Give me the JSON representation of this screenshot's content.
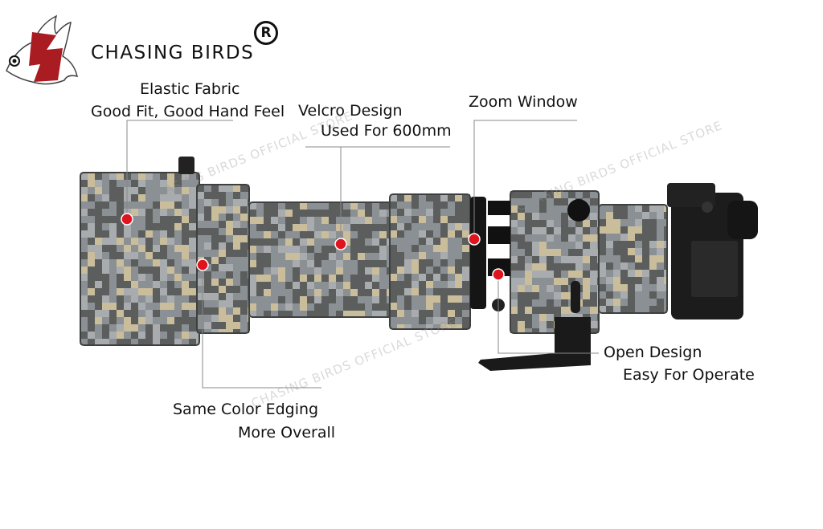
{
  "brand": {
    "name": "CHASING BIRDS",
    "registered_mark": "R",
    "logo": "bird-logo"
  },
  "watermark": "CHASING BIRDS OFFICIAL STORE",
  "annotations": {
    "elastic": {
      "line1": "Elastic Fabric",
      "line2": "Good Fit, Good Hand Feel"
    },
    "velcro": {
      "line1": "Velcro Design",
      "line2": "Used For 600mm"
    },
    "zoom": {
      "line1": "Zoom Window"
    },
    "open": {
      "line1": "Open Design",
      "line2": "Easy For Operate"
    },
    "edging": {
      "line1": "Same Color Edging",
      "line2": "More Overall"
    }
  },
  "colors": {
    "marker": "#e0141e",
    "logo_red": "#a81c22",
    "camo_dark": "#5b5e5c",
    "camo_mid": "#8b9094",
    "camo_light": "#c9bd9c",
    "camo_gray": "#a8acae"
  }
}
